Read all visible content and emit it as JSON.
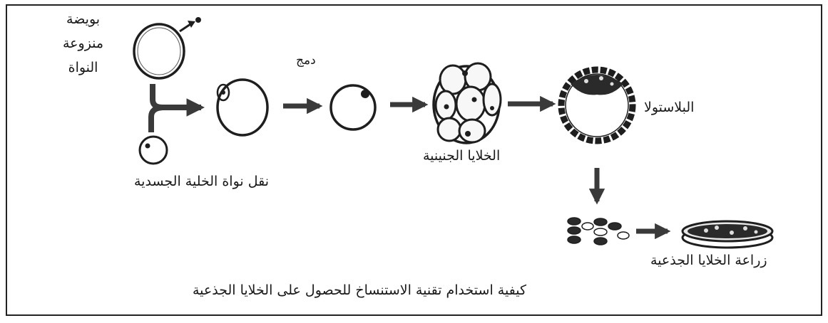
{
  "diagram": {
    "title": "كيفية استخدام تقنية الاستنساخ للحصول على الخلايا الجذعية",
    "labels": {
      "enucleated_egg_lines": [
        "بويضة",
        "منزوعة",
        "النواة"
      ],
      "nuclear_transfer": "نقل نواة الخلية الجسدية",
      "fusion": "دمج",
      "embryonic_cells": "الخلايا الجنينية",
      "blastocyst": "البلاستولا",
      "stem_cell_culture": "زراعة الخلايا الجذعية"
    },
    "colors": {
      "line": "#1e1e1e",
      "fill_dark": "#2a2a2a",
      "arrow": "#3a3a3a"
    }
  }
}
